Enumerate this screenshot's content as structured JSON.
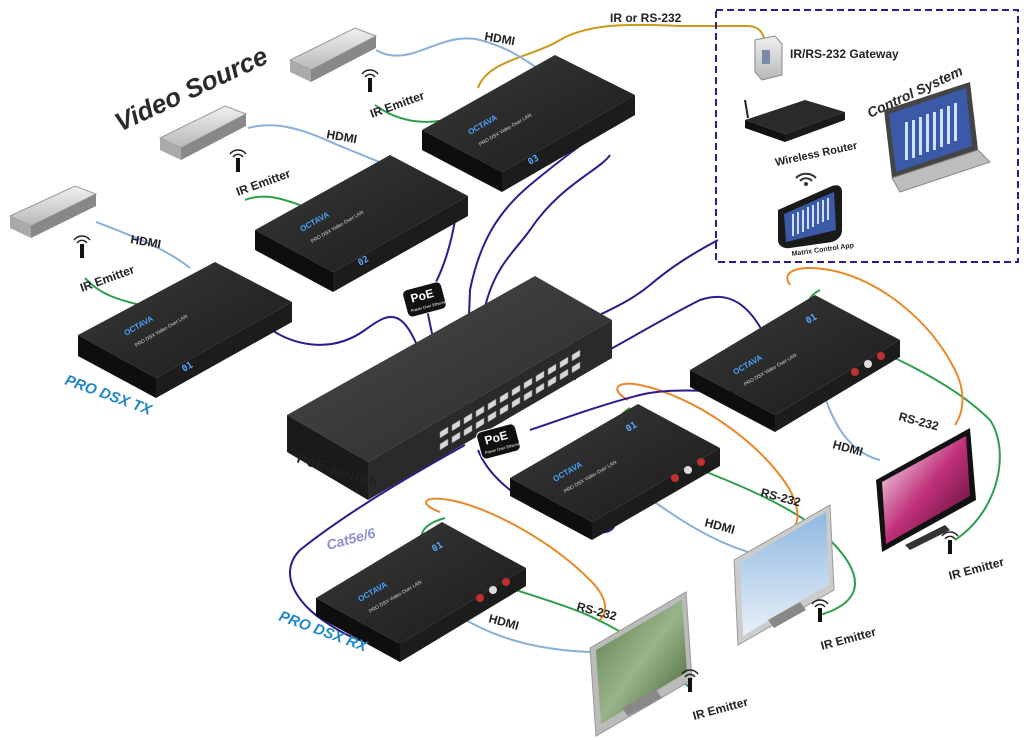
{
  "title": "Video Source",
  "labels": {
    "hdmi": "HDMI",
    "ir_emitter": "IR Emitter",
    "ir_or_rs232": "IR or RS-232",
    "gateway": "IR/RS-232 Gateway",
    "wireless_router": "Wireless Router",
    "control_system": "Control System",
    "matrix_app": "Matrix Control App",
    "poe": "PoE",
    "poe_sub": "Power Over Ethernet",
    "poe_switch": "PoE  switch",
    "tx_label": "PRO DSX TX",
    "rx_label": "PRO DSX RX",
    "cat": "Cat5e/6",
    "rs232": "RS-232"
  },
  "device": {
    "brand": "OCTAVA",
    "tx_model": "PRO DSX Video Over LAN",
    "rx_model": "PRO DSX Video Over LAN",
    "tx_led_1": "01",
    "tx_led_2": "02",
    "tx_led_3": "03",
    "rx_led": "01"
  },
  "colors": {
    "lan": "#2e1a8c",
    "hdmi": "#8ab0d8",
    "ir": "#2e9e4a",
    "rs232": "#e8892a",
    "ir_or_rs232": "#c89a1a",
    "control_box": "#2e1a8c",
    "tx_rx_label": "#1e88c8"
  }
}
